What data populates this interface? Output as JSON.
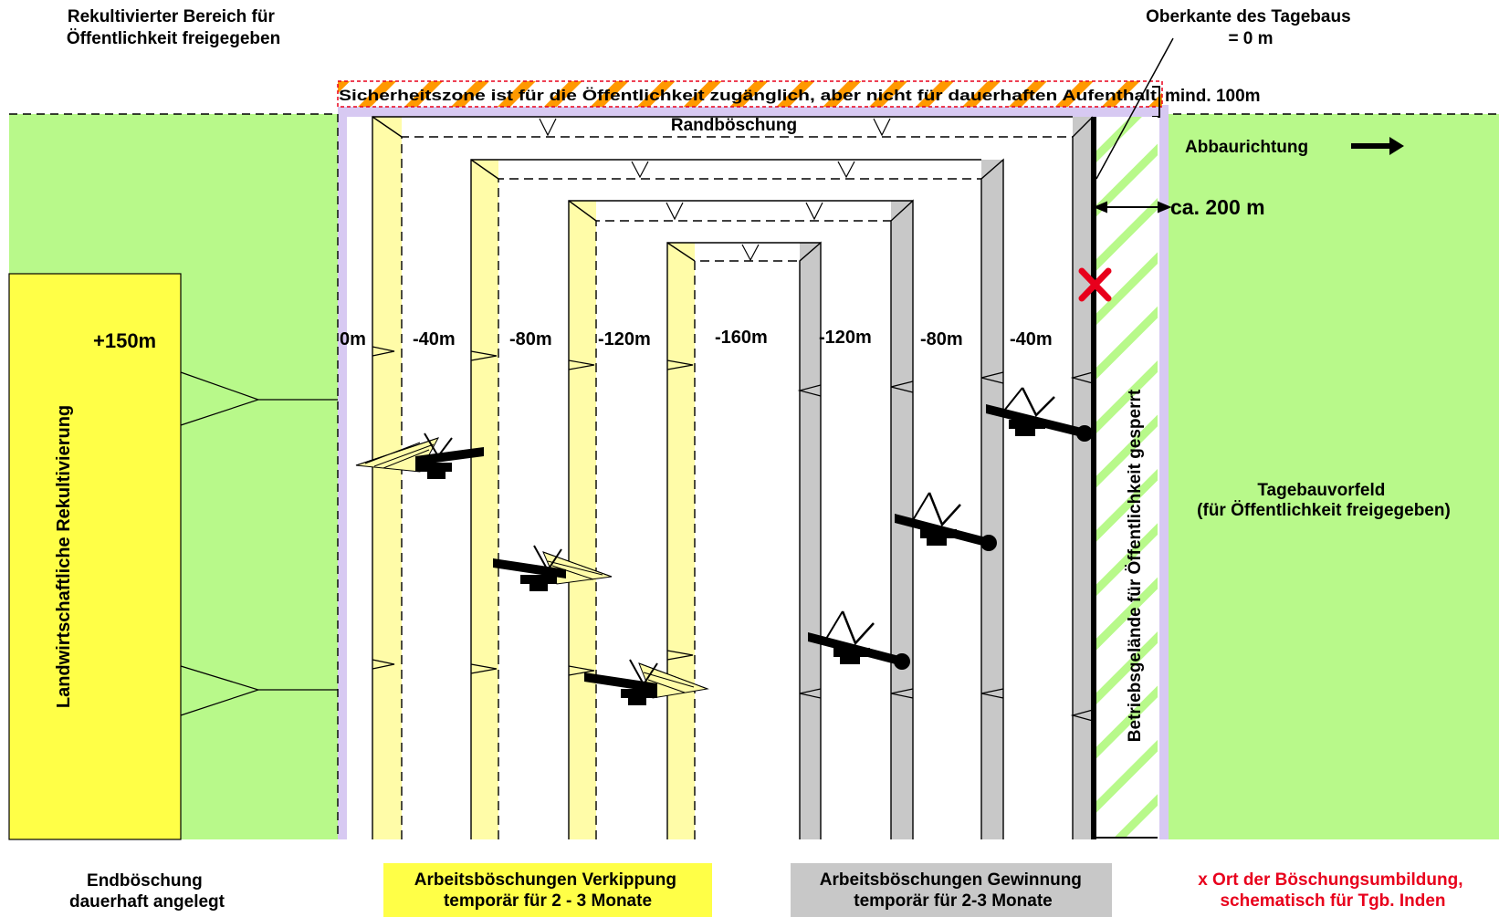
{
  "top_left_note": [
    "Rekultivierter Bereich für",
    "Öffentlichkeit freigegeben"
  ],
  "top_right_note": [
    "Oberkante des Tagebaus",
    "= 0 m"
  ],
  "safety_zone": "Sicherheitszone ist für die Öffentlichkeit zugänglich, aber nicht für dauerhaften Aufenthalt",
  "min_distance": "mind. 100m",
  "rim_slope": "Randböschung",
  "mining_direction": "Abbaurichtung",
  "distance_200": "ca. 200 m",
  "plus_150": "+150m",
  "agri_recultivation": "Landwirtschaftliche Rekultivierung",
  "restricted_area": "Betriebsgelände für Öffentlichkeit gesperrt",
  "forefield": [
    "Tagebauvorfeld",
    "(für Öffentlichkeit freigegeben)"
  ],
  "levels": [
    "0m",
    "-40m",
    "-80m",
    "-120m",
    "-160m",
    "-120m",
    "-80m",
    "-40m"
  ],
  "legend": {
    "end_slope": [
      "Endböschung",
      "dauerhaft angelegt"
    ],
    "dumping": [
      "Arbeitsböschungen Verkippung",
      "temporär für 2 - 3 Monate"
    ],
    "extraction": [
      "Arbeitsböschungen Gewinnung",
      "temporär für 2-3 Monate"
    ],
    "reshaping": [
      "x Ort der Böschungsumbildung,",
      "schematisch für Tgb. Inden"
    ]
  },
  "colors": {
    "green": "#b8f98a",
    "yellow": "#ffff47",
    "pale_yellow": "#fffca8",
    "gray": "#c8c8c8",
    "lavender": "#d7c9f2",
    "orange": "#ff9900",
    "red": "#e8001c"
  }
}
